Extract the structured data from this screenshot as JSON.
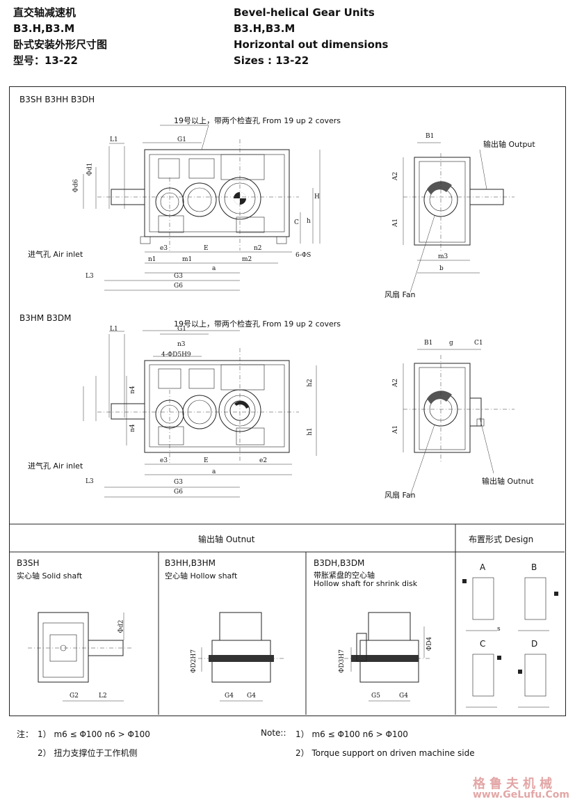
{
  "header": {
    "cn_title": "直交轴减速机",
    "cn_type": "B3.H,B3.M",
    "cn_subtitle": "卧式安装外形尺寸图",
    "cn_sizes": "型号：13-22",
    "en_title": "Bevel-helical Gear Units",
    "en_type": "B3.H,B3.M",
    "en_subtitle": "Horizontal out dimensions",
    "en_sizes": "Sizes : 13-22"
  },
  "section1": {
    "title": "B3SH   B3HH   B3DH",
    "cover_note": "19号以上，带两个检查孔   From 19 up 2 covers",
    "air_inlet": "进气孔  Air inlet",
    "output": "输出轴  Output",
    "fan": "风扇  Fan",
    "dims": {
      "L1": "L1",
      "G1": "G1",
      "d6": "Φd6",
      "d1": "Φd1",
      "H": "H",
      "h": "h",
      "C": "C",
      "e3": "e3",
      "E": "E",
      "n2": "n2",
      "n1": "n1",
      "m1": "m1",
      "m2": "m2",
      "a": "a",
      "L3": "L3",
      "G3": "G3",
      "G6": "G6",
      "S": "6-ΦS",
      "B1": "B1",
      "A2": "A2",
      "A1": "A1",
      "m3": "m3",
      "b": "b"
    }
  },
  "section2": {
    "title": "B3HM   B3DM",
    "cover_note": "19号以上，带两个检查孔   From 19 up 2 covers",
    "air_inlet": "进气孔  Air inlet",
    "output": "输出轴  Outnut",
    "fan": "风扇  Fan",
    "dims": {
      "L1": "L1",
      "G1": "G1",
      "n3": "n3",
      "D5": "4-ΦD5H9",
      "n4a": "n4",
      "n4b": "n4",
      "h2": "h2",
      "h1": "h1",
      "e3": "e3",
      "E": "E",
      "e2": "e2",
      "a": "a",
      "L3": "L3",
      "G3": "G3",
      "G6": "G6",
      "B1": "B1",
      "g": "g",
      "C1": "C1",
      "A2": "A2",
      "A1": "A1"
    }
  },
  "bottom": {
    "output_header": "输出轴  Outnut",
    "design_header": "布置形式  Design",
    "col1": {
      "code": "B3SH",
      "desc": "实心轴  Solid shaft",
      "d2": "Φd2",
      "G2": "G2",
      "L2": "L2"
    },
    "col2": {
      "code": "B3HH,B3HM",
      "desc": "空心轴  Hollow shaft",
      "D2": "ΦD2H7",
      "G4a": "G4",
      "G4b": "G4"
    },
    "col3": {
      "code": "B3DH,B3DM",
      "desc_cn": "带胀紧盘的空心轴",
      "desc_en": "Hollow shaft for shrink disk",
      "D3": "ΦD3H7",
      "D4": "ΦD4",
      "G5": "G5",
      "G4": "G4"
    },
    "designs": [
      "A",
      "B",
      "C",
      "D"
    ],
    "s_label": "s"
  },
  "notes": {
    "cn_label": "注：",
    "cn1": "1） m6 ≤ Φ100  n6 > Φ100",
    "cn2": "2） 扭力支撑位于工作机侧",
    "en_label": "Note::",
    "en1": "1） m6 ≤ Φ100  n6 > Φ100",
    "en2": "2） Torque support on driven machine side"
  },
  "watermark": {
    "cn": "格鲁夫机械",
    "url": "www.GeLufu.Com"
  }
}
